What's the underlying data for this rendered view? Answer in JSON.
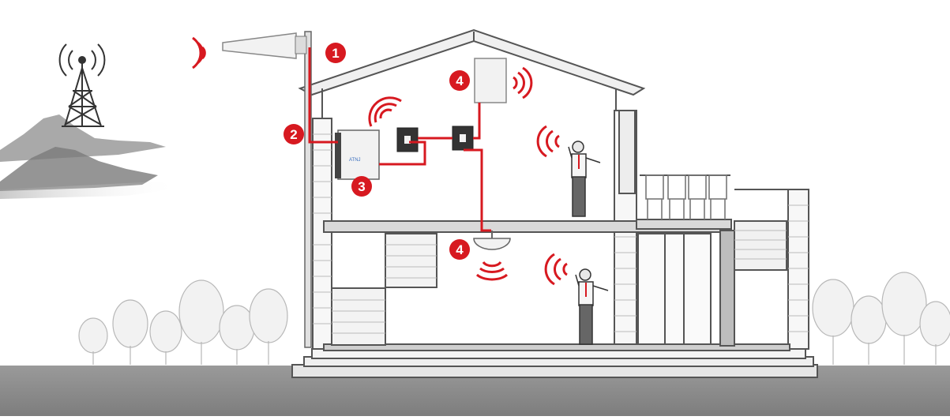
{
  "diagram": {
    "callouts": [
      {
        "number": "1",
        "component": "outdoor-antenna"
      },
      {
        "number": "2",
        "component": "coaxial-cable"
      },
      {
        "number": "3",
        "component": "booster-amplifier"
      },
      {
        "number": "4",
        "component": "indoor-panel-antenna"
      },
      {
        "number": "4",
        "component": "indoor-dome-antenna"
      }
    ],
    "booster_label": "ATNJ",
    "colors": {
      "accent": "#d71920",
      "outline": "#555555",
      "ground": "#8a8a8a",
      "mountain": "#a0a0a0",
      "background": "#ffffff"
    }
  }
}
